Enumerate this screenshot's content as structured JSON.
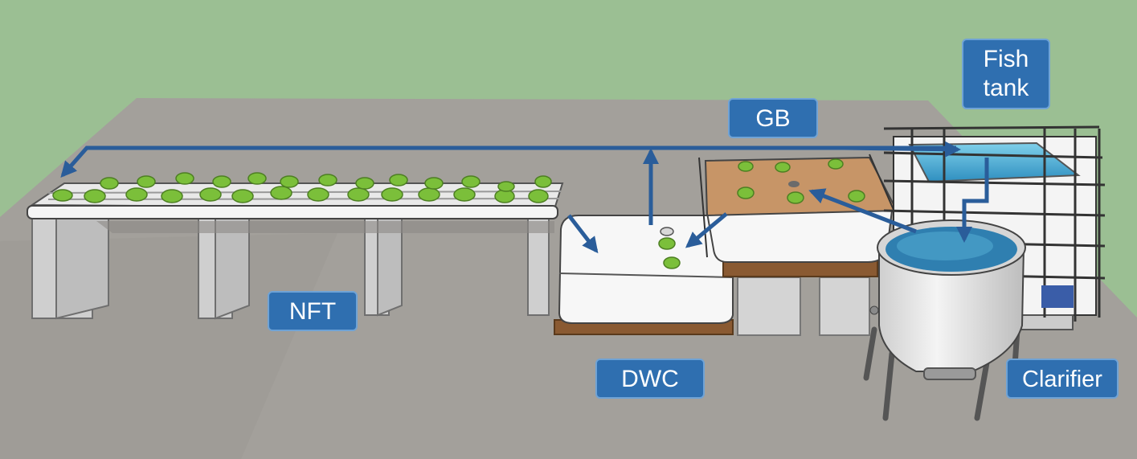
{
  "labels": {
    "fish_tank_line1": "Fish",
    "fish_tank_line2": "tank",
    "grow_bed": "GB",
    "nft": "NFT",
    "dwc": "DWC",
    "clarifier": "Clarifier"
  },
  "colors": {
    "background": "#9bbf93",
    "ground": "#a3a09b",
    "label_fill": "#2f6fb0",
    "arrow": "#2a5d9a",
    "water": "#3fa1c8",
    "gravel": "#c79567",
    "plant": "#7bbf3a"
  }
}
